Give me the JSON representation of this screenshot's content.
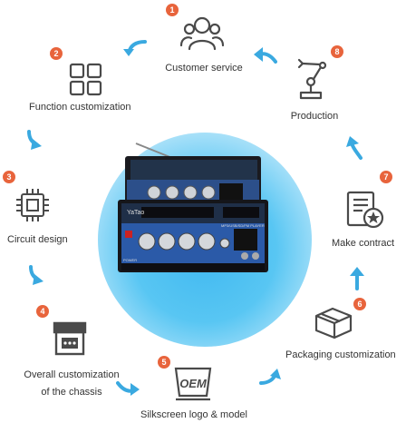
{
  "steps": [
    {
      "num": "1",
      "label": "Customer service",
      "icon": "people-icon"
    },
    {
      "num": "2",
      "label": "Function customization",
      "icon": "grid-icon"
    },
    {
      "num": "3",
      "label": "Circuit design",
      "icon": "chip-icon"
    },
    {
      "num": "4",
      "label_line1": "Overall customization",
      "label_line2": "of the chassis",
      "icon": "chassis-icon"
    },
    {
      "num": "5",
      "label": "Silkscreen logo & model",
      "icon": "oem-icon",
      "icon_text": "OEM"
    },
    {
      "num": "6",
      "label": "Packaging customization",
      "icon": "box-icon"
    },
    {
      "num": "7",
      "label": "Make contract",
      "icon": "contract-icon"
    },
    {
      "num": "8",
      "label": "Production",
      "icon": "robot-arm-icon"
    }
  ],
  "product": {
    "brand": "YaTao",
    "panel_text": "MP3/USB/SD/FM PLAYER",
    "power_label": "POWER"
  },
  "colors": {
    "badge": "#e8643c",
    "arrow": "#3aa9e0",
    "icon": "#4a4a4a",
    "hub": "#3fb8f0"
  }
}
